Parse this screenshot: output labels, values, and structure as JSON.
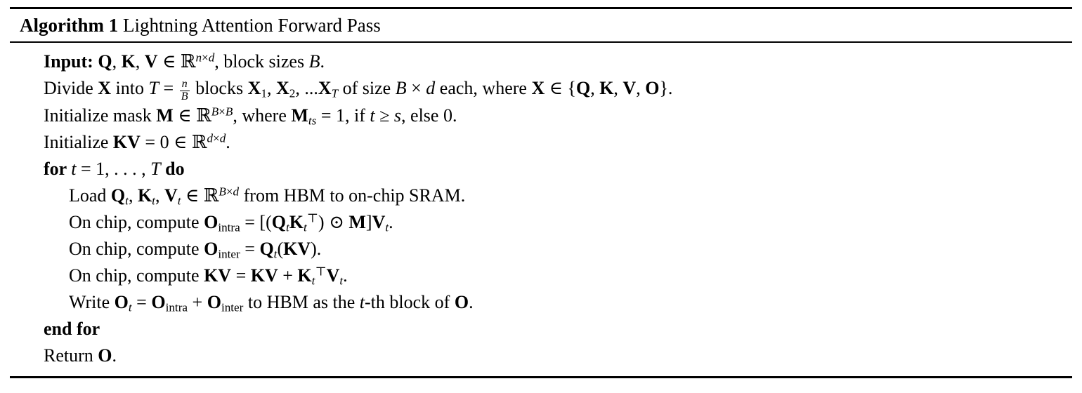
{
  "algorithm": {
    "label": "Algorithm 1",
    "title": "Lightning Attention Forward Pass",
    "lines": [
      {
        "indent": 0,
        "segments": [
          {
            "t": "Input: ",
            "b": true
          },
          {
            "t": "Q",
            "b": true
          },
          {
            "t": ", "
          },
          {
            "t": "K",
            "b": true
          },
          {
            "t": ", "
          },
          {
            "t": "V",
            "b": true
          },
          {
            "t": " ∈ ℝ"
          },
          {
            "t": "n",
            "sup": true,
            "i": true
          },
          {
            "t": "×",
            "sup": true
          },
          {
            "t": "d",
            "sup": true,
            "i": true
          },
          {
            "t": ", block sizes "
          },
          {
            "t": "B",
            "i": true
          },
          {
            "t": "."
          }
        ]
      },
      {
        "indent": 0,
        "segments": [
          {
            "t": "Divide "
          },
          {
            "t": "X",
            "b": true
          },
          {
            "t": " into "
          },
          {
            "t": "T",
            "i": true
          },
          {
            "t": " = "
          },
          {
            "frac": {
              "num": "n",
              "den": "B"
            }
          },
          {
            "t": " blocks "
          },
          {
            "t": "X",
            "b": true
          },
          {
            "t": "1",
            "sub": true
          },
          {
            "t": ", "
          },
          {
            "t": "X",
            "b": true
          },
          {
            "t": "2",
            "sub": true
          },
          {
            "t": ", ..."
          },
          {
            "t": "X",
            "b": true
          },
          {
            "t": "T",
            "sub": true,
            "i": true
          },
          {
            "t": " of size "
          },
          {
            "t": "B",
            "i": true
          },
          {
            "t": " × "
          },
          {
            "t": "d",
            "i": true
          },
          {
            "t": " each, where "
          },
          {
            "t": "X",
            "b": true
          },
          {
            "t": " ∈ {"
          },
          {
            "t": "Q",
            "b": true
          },
          {
            "t": ", "
          },
          {
            "t": "K",
            "b": true
          },
          {
            "t": ", "
          },
          {
            "t": "V",
            "b": true
          },
          {
            "t": ", "
          },
          {
            "t": "O",
            "b": true
          },
          {
            "t": "}."
          }
        ]
      },
      {
        "indent": 0,
        "segments": [
          {
            "t": "Initialize mask "
          },
          {
            "t": "M",
            "b": true
          },
          {
            "t": " ∈ ℝ"
          },
          {
            "t": "B",
            "sup": true,
            "i": true
          },
          {
            "t": "×",
            "sup": true
          },
          {
            "t": "B",
            "sup": true,
            "i": true
          },
          {
            "t": ", where "
          },
          {
            "t": "M",
            "b": true
          },
          {
            "t": "ts",
            "sub": true,
            "i": true
          },
          {
            "t": " = 1, if "
          },
          {
            "t": "t",
            "i": true
          },
          {
            "t": " ≥ "
          },
          {
            "t": "s",
            "i": true
          },
          {
            "t": ", else 0."
          }
        ]
      },
      {
        "indent": 0,
        "segments": [
          {
            "t": "Initialize "
          },
          {
            "t": "KV",
            "b": true
          },
          {
            "t": " = 0 ∈ ℝ"
          },
          {
            "t": "d",
            "sup": true,
            "i": true
          },
          {
            "t": "×",
            "sup": true
          },
          {
            "t": "d",
            "sup": true,
            "i": true
          },
          {
            "t": "."
          }
        ]
      },
      {
        "indent": 0,
        "segments": [
          {
            "t": "for ",
            "b": true
          },
          {
            "t": "t",
            "i": true
          },
          {
            "t": " = 1, . . . , "
          },
          {
            "t": "T",
            "i": true
          },
          {
            "t": " do",
            "b": true
          }
        ]
      },
      {
        "indent": 1,
        "segments": [
          {
            "t": "Load "
          },
          {
            "t": "Q",
            "b": true
          },
          {
            "t": "t",
            "sub": true,
            "i": true
          },
          {
            "t": ", "
          },
          {
            "t": "K",
            "b": true
          },
          {
            "t": "t",
            "sub": true,
            "i": true
          },
          {
            "t": ", "
          },
          {
            "t": "V",
            "b": true
          },
          {
            "t": "t",
            "sub": true,
            "i": true
          },
          {
            "t": " ∈ ℝ"
          },
          {
            "t": "B",
            "sup": true,
            "i": true
          },
          {
            "t": "×",
            "sup": true
          },
          {
            "t": "d",
            "sup": true,
            "i": true
          },
          {
            "t": " from HBM to on-chip SRAM."
          }
        ]
      },
      {
        "indent": 1,
        "segments": [
          {
            "t": "On chip, compute "
          },
          {
            "t": "O",
            "b": true
          },
          {
            "t": "intra",
            "sub": true
          },
          {
            "t": " = [("
          },
          {
            "t": "Q",
            "b": true
          },
          {
            "t": "t",
            "sub": true,
            "i": true
          },
          {
            "t": "K",
            "b": true
          },
          {
            "t": "t",
            "sub": true,
            "i": true
          },
          {
            "t": "⊤",
            "sup": true
          },
          {
            "t": ") ⊙ "
          },
          {
            "t": "M",
            "b": true
          },
          {
            "t": "]"
          },
          {
            "t": "V",
            "b": true
          },
          {
            "t": "t",
            "sub": true,
            "i": true
          },
          {
            "t": "."
          }
        ]
      },
      {
        "indent": 1,
        "segments": [
          {
            "t": "On chip, compute "
          },
          {
            "t": "O",
            "b": true
          },
          {
            "t": "inter",
            "sub": true
          },
          {
            "t": " = "
          },
          {
            "t": "Q",
            "b": true
          },
          {
            "t": "t",
            "sub": true,
            "i": true
          },
          {
            "t": "("
          },
          {
            "t": "KV",
            "b": true
          },
          {
            "t": ")."
          }
        ]
      },
      {
        "indent": 1,
        "segments": [
          {
            "t": "On chip, compute "
          },
          {
            "t": "KV",
            "b": true
          },
          {
            "t": " = "
          },
          {
            "t": "KV",
            "b": true
          },
          {
            "t": " + "
          },
          {
            "t": "K",
            "b": true
          },
          {
            "t": "t",
            "sub": true,
            "i": true
          },
          {
            "t": "⊤",
            "sup": true
          },
          {
            "t": "V",
            "b": true
          },
          {
            "t": "t",
            "sub": true,
            "i": true
          },
          {
            "t": "."
          }
        ]
      },
      {
        "indent": 1,
        "segments": [
          {
            "t": "Write "
          },
          {
            "t": "O",
            "b": true
          },
          {
            "t": "t",
            "sub": true,
            "i": true
          },
          {
            "t": " = "
          },
          {
            "t": "O",
            "b": true
          },
          {
            "t": "intra",
            "sub": true
          },
          {
            "t": " + "
          },
          {
            "t": "O",
            "b": true
          },
          {
            "t": "inter",
            "sub": true
          },
          {
            "t": " to HBM as the "
          },
          {
            "t": "t",
            "i": true
          },
          {
            "t": "-th block of "
          },
          {
            "t": "O",
            "b": true
          },
          {
            "t": "."
          }
        ]
      },
      {
        "indent": 0,
        "segments": [
          {
            "t": "end for",
            "b": true
          }
        ]
      },
      {
        "indent": 0,
        "segments": [
          {
            "t": "Return "
          },
          {
            "t": "O",
            "b": true
          },
          {
            "t": "."
          }
        ]
      }
    ]
  }
}
